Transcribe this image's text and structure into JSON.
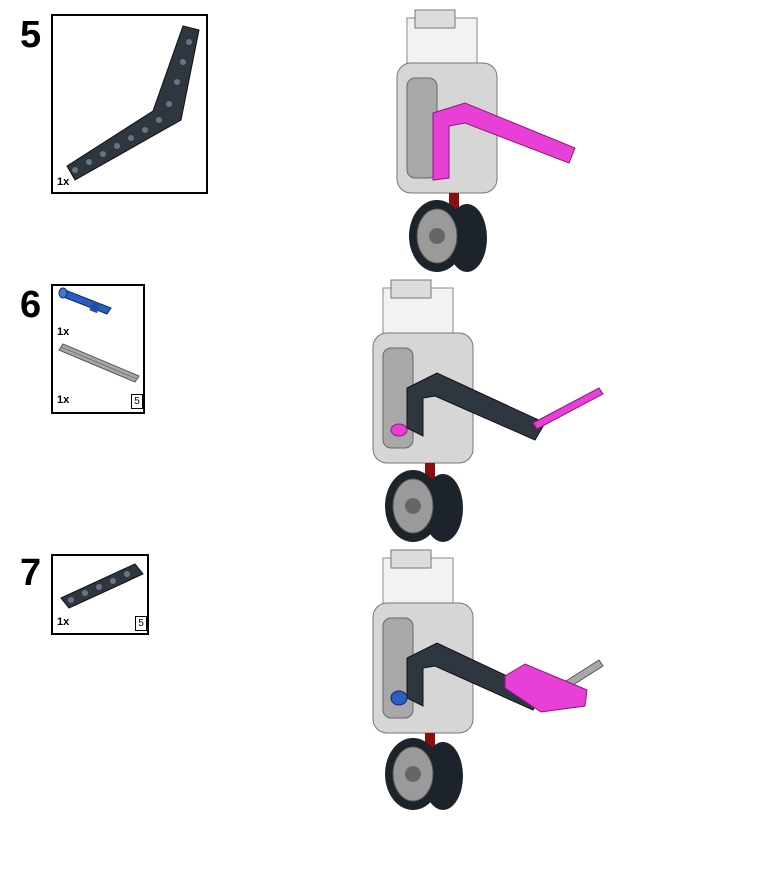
{
  "steps": [
    {
      "number": "5",
      "parts": [
        {
          "name": "dark bluish gray bent liftarm",
          "quantity": "1x"
        }
      ]
    },
    {
      "number": "6",
      "parts": [
        {
          "name": "blue axle pin",
          "quantity": "1x"
        },
        {
          "name": "gray axle",
          "quantity": "1x",
          "length": "5"
        }
      ]
    },
    {
      "number": "7",
      "parts": [
        {
          "name": "dark bluish gray straight liftarm",
          "quantity": "1x",
          "length": "5"
        }
      ]
    }
  ],
  "colors": {
    "dark_gray_part": "#2e3640",
    "light_gray_part": "#a8a8a8",
    "white_part": "#f2f2f2",
    "magenta_part": "#e83fd6",
    "blue_part": "#2a5fbf",
    "red_part": "#8b0d0d",
    "wheel_rim": "#9a9a9a",
    "tire": "#1d232a"
  }
}
